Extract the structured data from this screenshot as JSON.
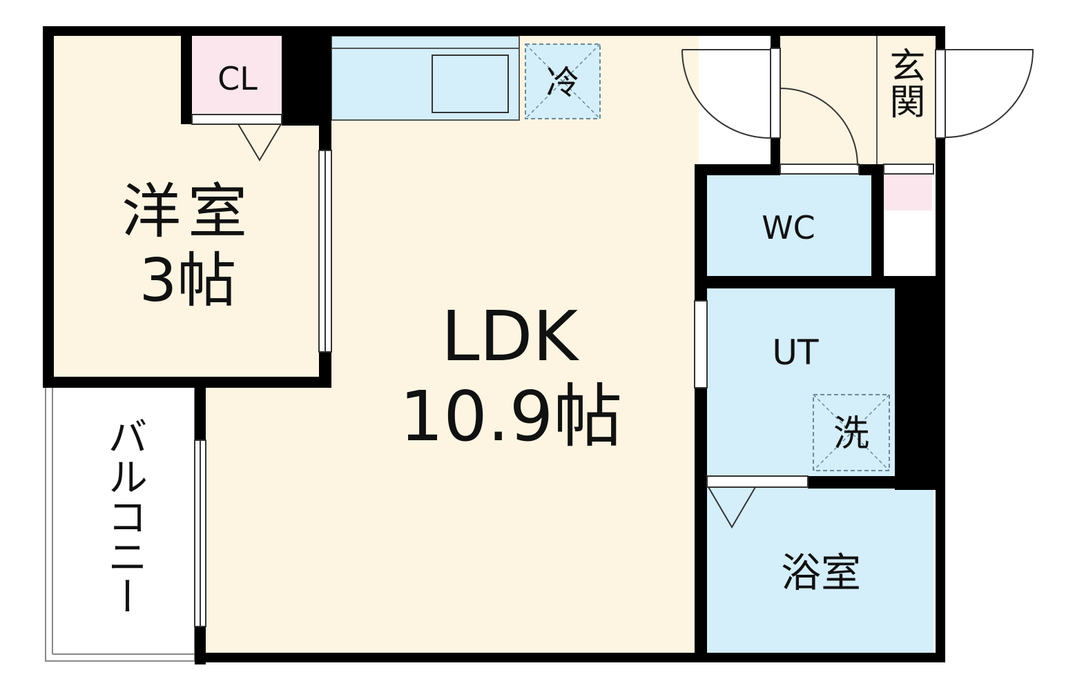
{
  "rooms": {
    "western": {
      "name": "洋室",
      "size": "3帖"
    },
    "ldk": {
      "name": "LDK",
      "size": "10.9帖"
    },
    "closet": {
      "label": "CL"
    },
    "fridge": {
      "label": "冷"
    },
    "entrance": {
      "label": "玄関"
    },
    "wc": {
      "label": "WC"
    },
    "utility": {
      "label": "UT"
    },
    "washer": {
      "label": "洗"
    },
    "bath": {
      "label": "浴室"
    },
    "balcony": {
      "label": "バルコニー"
    }
  },
  "colors": {
    "living": "#fdf5e2",
    "wet": "#d4eefa",
    "closet": "#fbe6ee",
    "wall": "#000000",
    "balcony": "#ffffff"
  }
}
